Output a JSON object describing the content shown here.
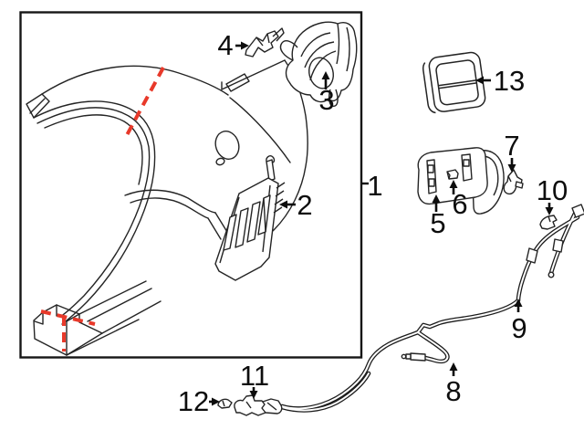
{
  "figure": {
    "background_color": "#ffffff",
    "outline_color": "#1c1c1c",
    "accent_dashed_line_color": "#e8392a"
  },
  "callouts": [
    {
      "num": "1"
    },
    {
      "num": "2"
    },
    {
      "num": "3"
    },
    {
      "num": "4"
    },
    {
      "num": "5"
    },
    {
      "num": "6"
    },
    {
      "num": "7"
    },
    {
      "num": "8"
    },
    {
      "num": "9"
    },
    {
      "num": "10"
    },
    {
      "num": "11"
    },
    {
      "num": "12"
    },
    {
      "num": "13"
    }
  ]
}
